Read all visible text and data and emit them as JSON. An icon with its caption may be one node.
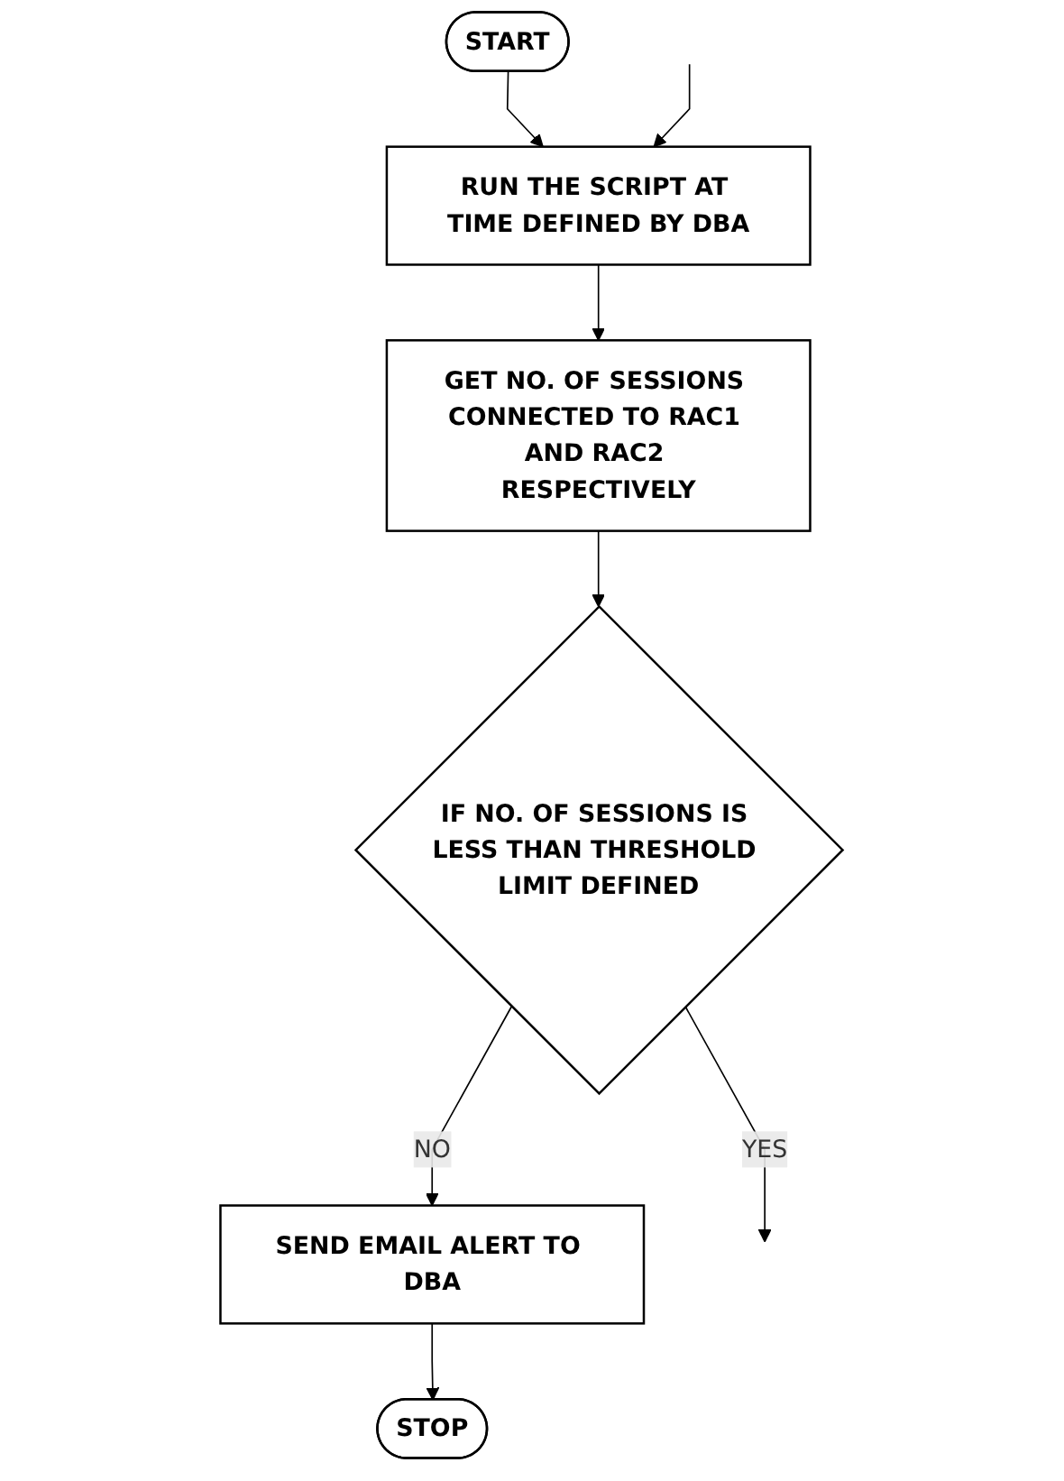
{
  "diagram": {
    "nodes": [
      {
        "text": [
          "START"
        ]
      },
      {
        "text": [
          "RUN THE SCRIPT AT TIME DEFINED BY DBA"
        ]
      },
      {
        "text": [
          "GET NO. OF SESSIONS CONNECTED TO RAC1 AND RAC2 RESPECTIVELY"
        ]
      },
      {
        "text": [
          "IF NO. OF SESSIONS IS LESS THAN THRESHOLD LIMIT DEFINED"
        ]
      },
      {
        "text": [
          "SEND EMAIL ALERT TO DBA"
        ]
      },
      {
        "text": [
          "STOP"
        ]
      }
    ],
    "edges": [
      {
        "from": 0,
        "to": 1,
        "arrow": "to"
      },
      {
        "from": 1,
        "to": 2,
        "arrow": "to"
      },
      {
        "from": 2,
        "to": 3,
        "arrow": "to"
      },
      {
        "from": 3,
        "to": 4,
        "label": "NO",
        "arrow": "to"
      },
      {
        "from": 4,
        "to": 5,
        "arrow": "to"
      },
      {
        "from": 3,
        "to": null,
        "label": "YES",
        "arrow": "to"
      },
      {
        "from": null,
        "to": 1,
        "arrow": "to"
      }
    ]
  }
}
